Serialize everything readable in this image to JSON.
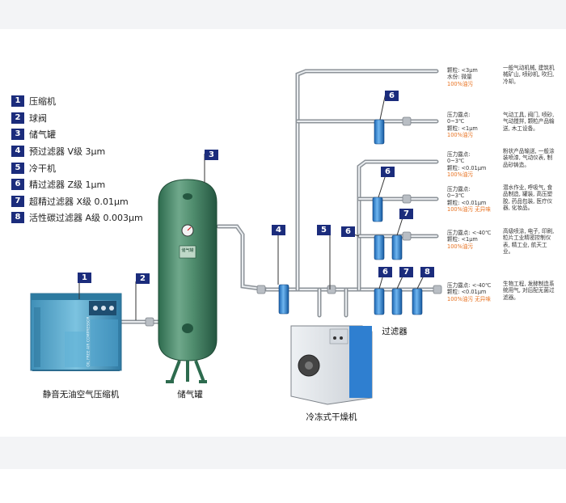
{
  "legend": [
    {
      "num": "1",
      "text": "压缩机"
    },
    {
      "num": "2",
      "text": "球阀"
    },
    {
      "num": "3",
      "text": "储气罐"
    },
    {
      "num": "4",
      "text": "预过滤器  V级 3μm"
    },
    {
      "num": "5",
      "text": "冷干机"
    },
    {
      "num": "6",
      "text": "精过滤器 Z级 1μm"
    },
    {
      "num": "7",
      "text": "超精过滤器 X级 0.01μm"
    },
    {
      "num": "8",
      "text": "活性碳过滤器 A级 0.003μm"
    }
  ],
  "labels": {
    "compressor": "静音无油空气压缩机",
    "tank": "储气罐",
    "dryer": "冷冻式干燥机",
    "filters": "过滤器",
    "tank_sign": "储气罐",
    "compressor_side": "OIL FREE AIR COMPRESSOR"
  },
  "flags": {
    "f1": "1",
    "f2": "2",
    "f3": "3",
    "f4": "4",
    "f5": "5",
    "f6a": "6",
    "f6b": "6",
    "f6c": "6",
    "f6d": "6",
    "f7a": "7",
    "f7b": "7",
    "f8": "8"
  },
  "specs": [
    {
      "lines": [
        "颗粒: <3μm",
        "水份: 微量"
      ],
      "hl": "100%油污"
    },
    {
      "lines": [
        "压力露点:",
        "0~3℃",
        "颗粒: <1μm"
      ],
      "hl": "100%油污"
    },
    {
      "lines": [
        "压力露点:",
        "0~3℃",
        "颗粒: <0.01μm"
      ],
      "hl": "100%油污"
    },
    {
      "lines": [
        "压力露点:",
        "0~3℃",
        "颗粒: <0.01μm"
      ],
      "hl": "100%油污 无异味"
    },
    {
      "lines": [
        "压力露点: <-40℃",
        "颗粒: <1μm"
      ],
      "hl": "100%油污"
    },
    {
      "lines": [
        "压力露点: <-40℃",
        "颗粒: <0.01μm"
      ],
      "hl": "100%油污 无异味"
    }
  ],
  "uses": [
    "一般气动机械, 建筑机械矿山, 喷砂机, 吹扫, 冷却。",
    "气动工具, 阀门, 喷砂, 气动搅拌, 颗粒产品输送, 木工设备。",
    "粉状产品输送, 一般涂装喷漆, 气动仪表, 制品砂铸造。",
    "潜水作业, 呼吸气, 食品制造, 罐装, 高压塑胶, 药品包装, 医疗仪器, 化妆品。",
    "高级喷涂, 电子, 印刷, 粒片工业精密控制仪表, 精工业, 航天工业。",
    "生物工程, 发酵制造系统用气, 对后配无菌过滤器。"
  ]
}
